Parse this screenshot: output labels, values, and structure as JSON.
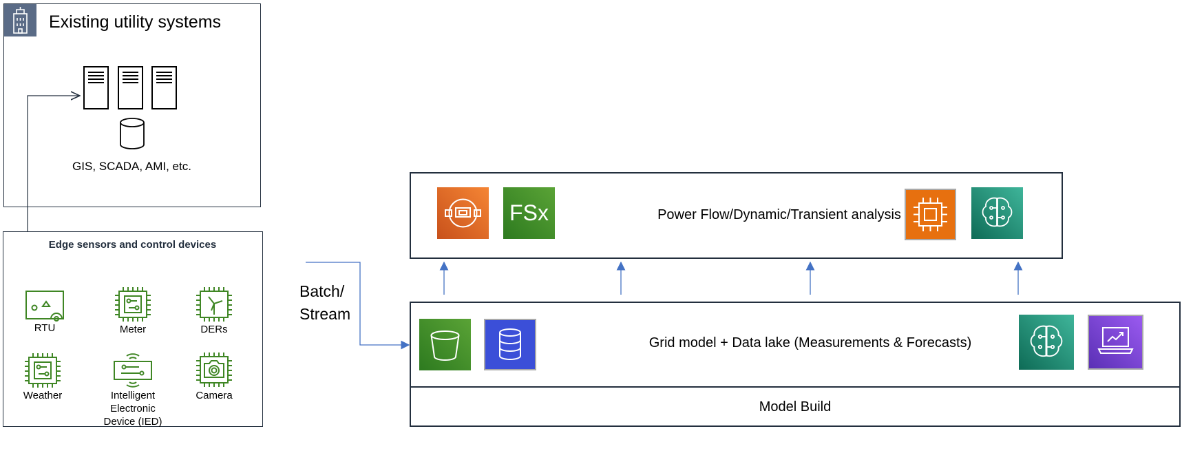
{
  "existing": {
    "title": "Existing utility systems",
    "caption": "GIS, SCADA, AMI, etc."
  },
  "edge": {
    "title": "Edge sensors and control devices",
    "devices": [
      {
        "label": "RTU",
        "icon": "rtu-icon"
      },
      {
        "label": "Meter",
        "icon": "meter-icon"
      },
      {
        "label": "DERs",
        "icon": "wind-turbine-icon"
      },
      {
        "label": "Weather",
        "icon": "weather-icon"
      },
      {
        "label": "Intelligent Electronic Device (IED)",
        "label_lines": [
          "Intelligent",
          "Electronic",
          "Device (IED)"
        ],
        "icon": "ied-icon"
      },
      {
        "label": "Camera",
        "icon": "camera-icon"
      }
    ]
  },
  "connector": {
    "label_lines": [
      "Batch/",
      "Stream"
    ]
  },
  "analysis": {
    "title": "Power Flow/Dynamic/Transient analysis",
    "fsx_text": "FSx",
    "icons": [
      "simspace-icon",
      "fsx-icon",
      "ec2-icon",
      "sagemaker-icon"
    ]
  },
  "datalake": {
    "title": "Grid model + Data lake (Measurements & Forecasts)",
    "icons": [
      "s3-bucket-icon",
      "database-icon",
      "sagemaker-icon",
      "analytics-icon"
    ]
  },
  "model_build": {
    "title": "Model Build"
  },
  "colors": {
    "border": "#232f3e",
    "arrow": "#4472c4",
    "device_green": "#3f8624",
    "orange": "#e7600f",
    "fsx_green": "#3a8a26",
    "s3_green": "#3f8624",
    "db_blue": "#3b4fd8",
    "teal": "#1a7f6b",
    "purple": "#7b3fe4"
  }
}
